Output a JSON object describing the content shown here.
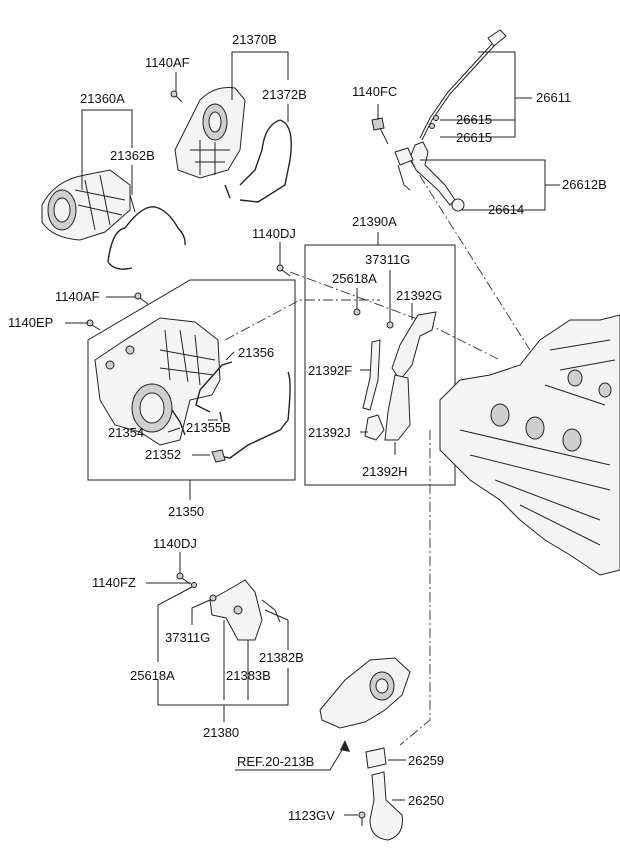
{
  "labels": {
    "p21370B": "21370B",
    "p1140AF_top": "1140AF",
    "p21372B": "21372B",
    "p21360A": "21360A",
    "p21362B": "21362B",
    "p1140FC": "1140FC",
    "p26611": "26611",
    "p26615a": "26615",
    "p26615b": "26615",
    "p26612B": "26612B",
    "p26614": "26614",
    "p21390A": "21390A",
    "p1140DJ_top": "1140DJ",
    "p37311G_top": "37311G",
    "p25618A_top": "25618A",
    "p21392G": "21392G",
    "p1140AF_mid": "1140AF",
    "p1140EP": "1140EP",
    "p21356": "21356",
    "p21392F": "21392F",
    "p21354": "21354",
    "p21355B": "21355B",
    "p21392J": "21392J",
    "p21352": "21352",
    "p21392H": "21392H",
    "p21350": "21350",
    "p1140DJ_bot": "1140DJ",
    "p1140FZ": "1140FZ",
    "p37311G_bot": "37311G",
    "p21382B": "21382B",
    "p25618A_bot": "25618A",
    "p21383B": "21383B",
    "p21380": "21380",
    "ref": "REF.20-213B",
    "p26259": "26259",
    "p26250": "26250",
    "p1123GV": "1123GV"
  }
}
